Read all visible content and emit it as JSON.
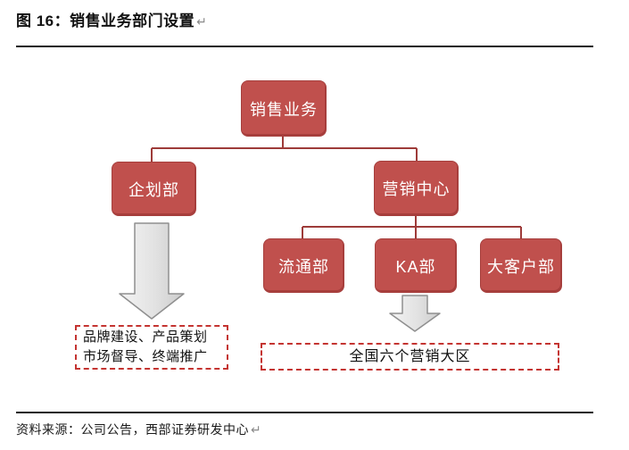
{
  "header": {
    "title": "图 16：销售业务部门设置",
    "paragraph_mark": "↵"
  },
  "footer": {
    "source": "资料来源：公司公告，西部证券研发中心",
    "paragraph_mark": "↵"
  },
  "org_chart": {
    "root": {
      "label": "销售业务"
    },
    "level2": [
      {
        "label": "企划部"
      },
      {
        "label": "营销中心"
      }
    ],
    "level3": [
      {
        "label": "流通部"
      },
      {
        "label": "KA部"
      },
      {
        "label": "大客户部"
      }
    ],
    "annotations": [
      {
        "line1": "品牌建设、产品策划",
        "line2": "市场督导、终端推广"
      },
      {
        "line1": "全国六个营销大区"
      }
    ]
  },
  "colors": {
    "node_fill": "#C0504D",
    "node_border": "#A63F3D",
    "connector": "#9E3B39",
    "dashed_border": "#C43431",
    "arrow_fill_light": "#F4F4F4",
    "arrow_fill_dark": "#CCCCCC",
    "arrow_border": "#8F8F8F",
    "rule": "#1A1A1A"
  }
}
